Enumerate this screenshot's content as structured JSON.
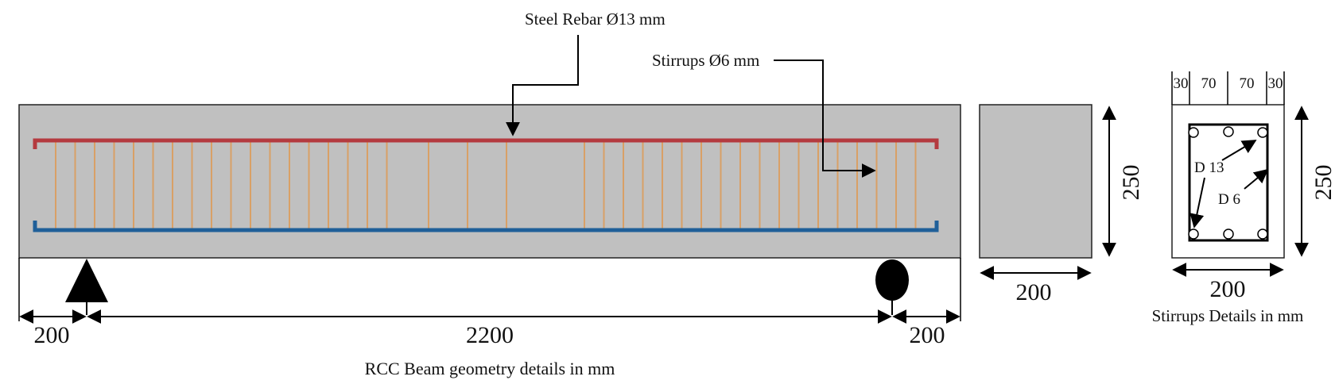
{
  "labels": {
    "top_rebar": "Steel Rebar Ø13 mm",
    "stirrups": "Stirrups Ø6 mm",
    "beam_caption": "RCC Beam geometry details in mm",
    "stirrup_caption": "Stirrups Details in mm",
    "section_d13": "D 13",
    "section_d6": "D 6"
  },
  "dimensions": {
    "left_overhang": "200",
    "span": "2200",
    "right_overhang": "200",
    "section_height": "250",
    "section_width": "200",
    "detail_height": "250",
    "detail_width": "200",
    "cover_left": "30",
    "spacing_left": "70",
    "spacing_right": "70",
    "cover_right": "30"
  },
  "colors": {
    "concrete": "#c0c0c0",
    "top_bar": "#b43a3f",
    "bottom_bar": "#1f5f99",
    "stirrup": "#d9a066"
  }
}
